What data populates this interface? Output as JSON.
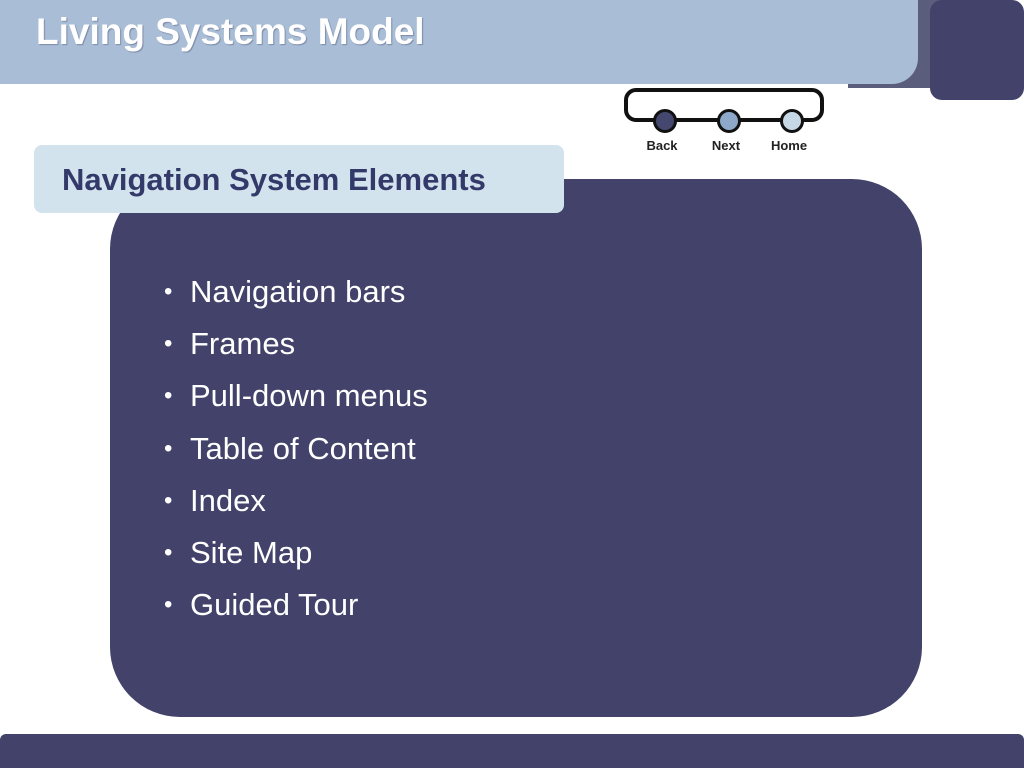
{
  "header": {
    "title": "Living Systems Model"
  },
  "nav": {
    "back_label": "Back",
    "next_label": "Next",
    "home_label": "Home"
  },
  "content": {
    "subtitle": "Navigation System Elements",
    "bullet_glyph": "•",
    "items": [
      "Navigation bars",
      "Frames",
      "Pull-down menus",
      "Table of Content",
      "Index",
      "Site Map",
      "Guided Tour"
    ]
  },
  "colors": {
    "header_band": "#a9bed6",
    "dark_accent": "#42426a",
    "subtitle_bg": "#d3e3ed",
    "subtitle_text": "#333a6a",
    "back_dot": "#44476e",
    "next_dot": "#8da8c8",
    "home_dot": "#c6d7e6"
  },
  "icons": {
    "back": "dark-circle-icon",
    "next": "medium-circle-icon",
    "home": "light-circle-icon"
  }
}
